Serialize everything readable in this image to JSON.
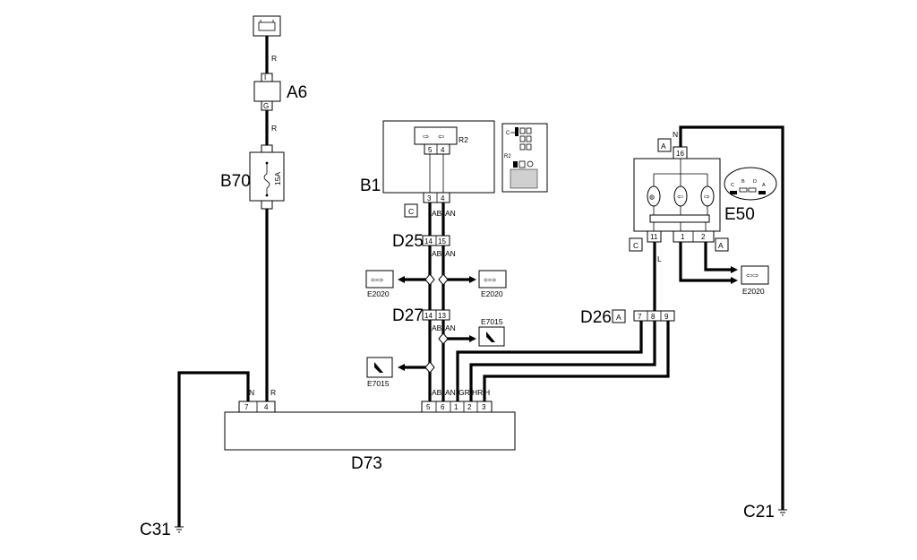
{
  "components": {
    "a6": "A6",
    "b70": "B70",
    "b1": "B1",
    "d25": "D25",
    "d27": "D27",
    "d26": "D26",
    "e50": "E50",
    "d73": "D73",
    "c31": "C31",
    "c21": "C21"
  },
  "pins": {
    "a6_in": "I",
    "a6_out": "G",
    "b1_r2_a": "5",
    "b1_r2_b": "4",
    "b1_out_a": "3",
    "b1_out_b": "4",
    "d25_a": "14",
    "d25_b": "15",
    "d27_a": "14",
    "d27_b": "13",
    "e50_top": "16",
    "e50_11": "11",
    "e50_1": "1",
    "e50_2": "2",
    "d26_7": "7",
    "d26_8": "8",
    "d26_9": "9",
    "d73_7": "7",
    "d73_4": "4",
    "d73_5": "5",
    "d73_6": "6",
    "d73_1": "1",
    "d73_2": "2",
    "d73_3": "3"
  },
  "wires": {
    "r1": "R",
    "r2": "R",
    "r3": "R",
    "n_d73": "N",
    "ab1": "AB",
    "an1": "AN",
    "ab2": "AB",
    "an2": "AN",
    "ab3": "AB",
    "an3": "AN",
    "ab4": "AB",
    "an4": "AN",
    "gr": "GR",
    "hr": "HR",
    "h": "H",
    "n_e50": "N",
    "l_e50": "L"
  },
  "fuse": "15A",
  "r2_label": "R2",
  "inset_c": "C",
  "inset_r2": "R2",
  "connector_tags": {
    "b1_c": "C",
    "e50_a_top": "A",
    "e50_c": "C",
    "e50_a_right": "A",
    "d26_a": "A"
  },
  "refs": {
    "e2020_left": "E2020",
    "e2020_mid": "E2020",
    "e2020_right": "E2020",
    "e7015_left": "E7015",
    "e7015_right": "E7015"
  },
  "e50_inset": {
    "c": "C",
    "b": "B",
    "d": "D",
    "a": "A"
  }
}
